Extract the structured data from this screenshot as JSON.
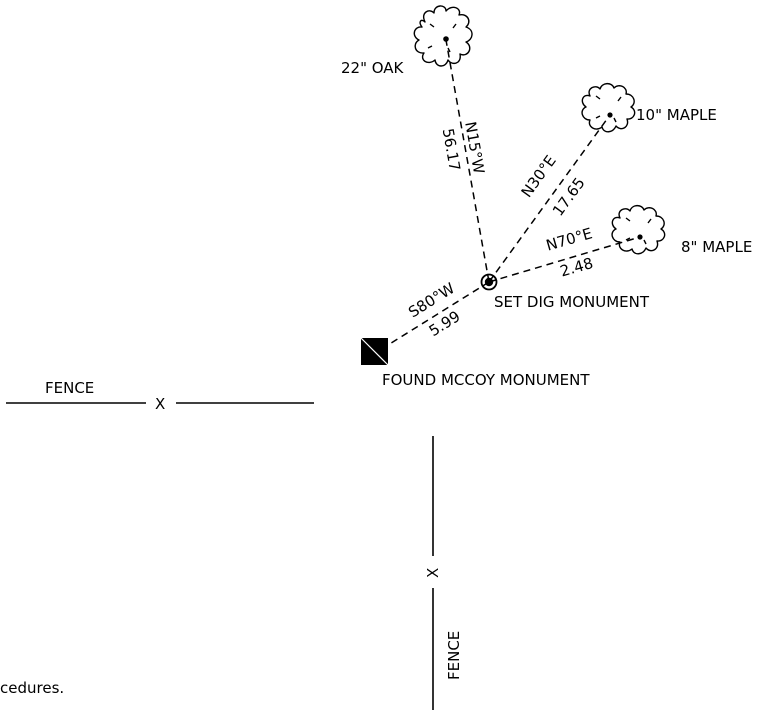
{
  "labels": {
    "oak": "22\" OAK",
    "maple10": "10\" MAPLE",
    "maple8": "8\" MAPLE",
    "set_monument": "SET DIG MONUMENT",
    "found_monument": "FOUND MCCOY MONUMENT",
    "fence_h": "FENCE",
    "fence_v": "FENCE",
    "fence_x_h": "X",
    "fence_x_v": "X",
    "footnote": "cedures."
  },
  "ties": {
    "oak": {
      "bearing": "N15°W",
      "distance": "56.17"
    },
    "maple10": {
      "bearing": "N30°E",
      "distance": "17.65"
    },
    "maple8": {
      "bearing": "N70°E",
      "distance": "2.48"
    },
    "found": {
      "bearing": "S80°W",
      "distance": "5.99"
    }
  },
  "colors": {
    "ink": "#000000",
    "background": "#ffffff"
  }
}
